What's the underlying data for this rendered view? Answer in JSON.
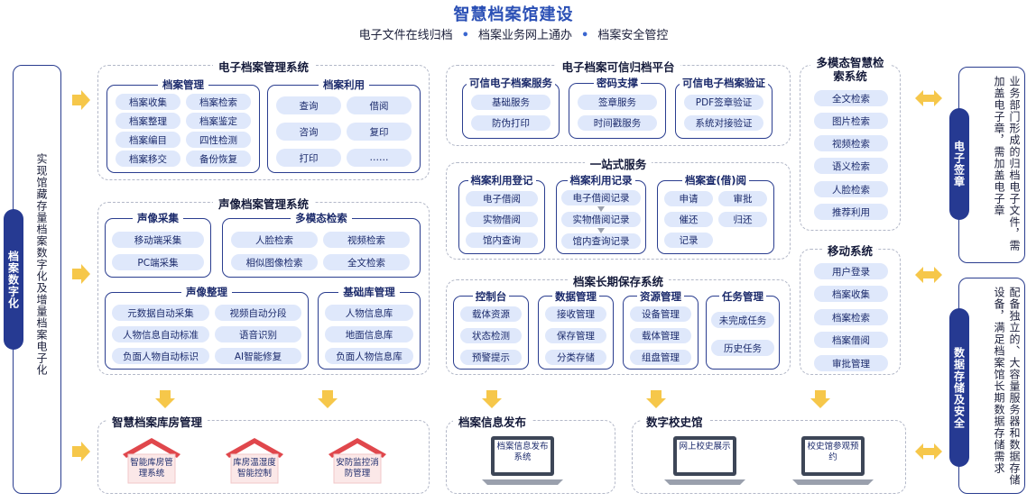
{
  "title": "智慧档案馆建设",
  "subtitle": [
    "电子文件在线归档",
    "档案业务网上通办",
    "档案安全管控"
  ],
  "left_panel": {
    "badge": "档案数字化",
    "text": "实现馆藏存量档案数字化及增量档案电子化"
  },
  "right_top": {
    "badge": "电子签章",
    "text": "业务部门形成的归档电子文件，需加盖电子章，需加盖电子章"
  },
  "right_bottom": {
    "badge": "数据存储及安全",
    "text": "配备独立的、大容量服务器和数据存储设备，满足档案馆长期数据存储需求"
  },
  "edm": {
    "title": "电子档案管理系统",
    "archive_mgmt": {
      "title": "档案管理",
      "items": [
        "档案收集",
        "档案检索",
        "档案整理",
        "档案鉴定",
        "档案编目",
        "四性检测",
        "档案移交",
        "备份恢复"
      ]
    },
    "archive_use": {
      "title": "档案利用",
      "items": [
        "查询",
        "借阅",
        "咨询",
        "复印",
        "打印",
        "……"
      ]
    }
  },
  "av": {
    "title": "声像档案管理系统",
    "capture": {
      "title": "声像采集",
      "items": [
        "移动端采集",
        "PC端采集"
      ]
    },
    "multi_search": {
      "title": "多模态检索",
      "items": [
        "人脸检索",
        "视频检索",
        "相似图像检索",
        "全文检索"
      ]
    },
    "arrange": {
      "title": "声像整理",
      "items": [
        "元数据自动采集",
        "视频自动分段",
        "人物信息自动标准",
        "语音识别",
        "负面人物自动标识",
        "AI智能修复"
      ]
    },
    "base_db": {
      "title": "基础库管理",
      "items": [
        "人物信息库",
        "地面信息库",
        "负面人物信息库"
      ]
    }
  },
  "trusted": {
    "title": "电子档案可信归档平台",
    "groups": [
      {
        "title": "可信电子档案服务",
        "items": [
          "基础服务",
          "防伪打印"
        ]
      },
      {
        "title": "密码支撑",
        "items": [
          "签章服务",
          "时间戳服务"
        ]
      },
      {
        "title": "可信电子档案验证",
        "items": [
          "PDF签章验证",
          "系统对接验证"
        ]
      }
    ]
  },
  "onestop": {
    "title": "一站式服务",
    "reg": {
      "title": "档案利用登记",
      "items": [
        "电子借阅",
        "实物借阅",
        "馆内查询"
      ]
    },
    "record": {
      "title": "档案利用记录",
      "items": [
        "电子借阅记录",
        "实物借阅记录",
        "馆内查询记录"
      ]
    },
    "lookup": {
      "title": "档案查(借)阅",
      "items": [
        "申请",
        "审批",
        "催还",
        "归还",
        "记录"
      ]
    }
  },
  "longterm": {
    "title": "档案长期保存系统",
    "groups": [
      {
        "title": "控制台",
        "items": [
          "载体资源",
          "状态检测",
          "预警提示"
        ]
      },
      {
        "title": "数据管理",
        "items": [
          "接收管理",
          "保存管理",
          "分类存储"
        ]
      },
      {
        "title": "资源管理",
        "items": [
          "设备管理",
          "载体管理",
          "组盘管理"
        ]
      },
      {
        "title": "任务管理",
        "items": [
          "未完成任务",
          "历史任务"
        ]
      }
    ]
  },
  "multimodal": {
    "title": "多模态智慧检索系统",
    "items": [
      "全文检索",
      "图片检索",
      "视频检索",
      "语义检索",
      "人脸检索",
      "推荐利用"
    ]
  },
  "mobile": {
    "title": "移动系统",
    "items": [
      "用户登录",
      "档案收集",
      "档案检索",
      "档案借阅",
      "审批管理"
    ]
  },
  "bottom": {
    "storage": {
      "title": "智慧档案库房管理",
      "houses": [
        "智能库房管理系统",
        "库房温湿度智能控制",
        "安防监控消防管理"
      ]
    },
    "publish": {
      "title": "档案信息发布",
      "screen": "档案信息发布系统"
    },
    "history": {
      "title": "数字校史馆",
      "screens": [
        "网上校史展示",
        "校史馆参观预约"
      ]
    }
  },
  "colors": {
    "accent": "#263a92",
    "pill": "#dfe8fb",
    "arrow": "#f6c74a",
    "roof": "#e0474c"
  }
}
